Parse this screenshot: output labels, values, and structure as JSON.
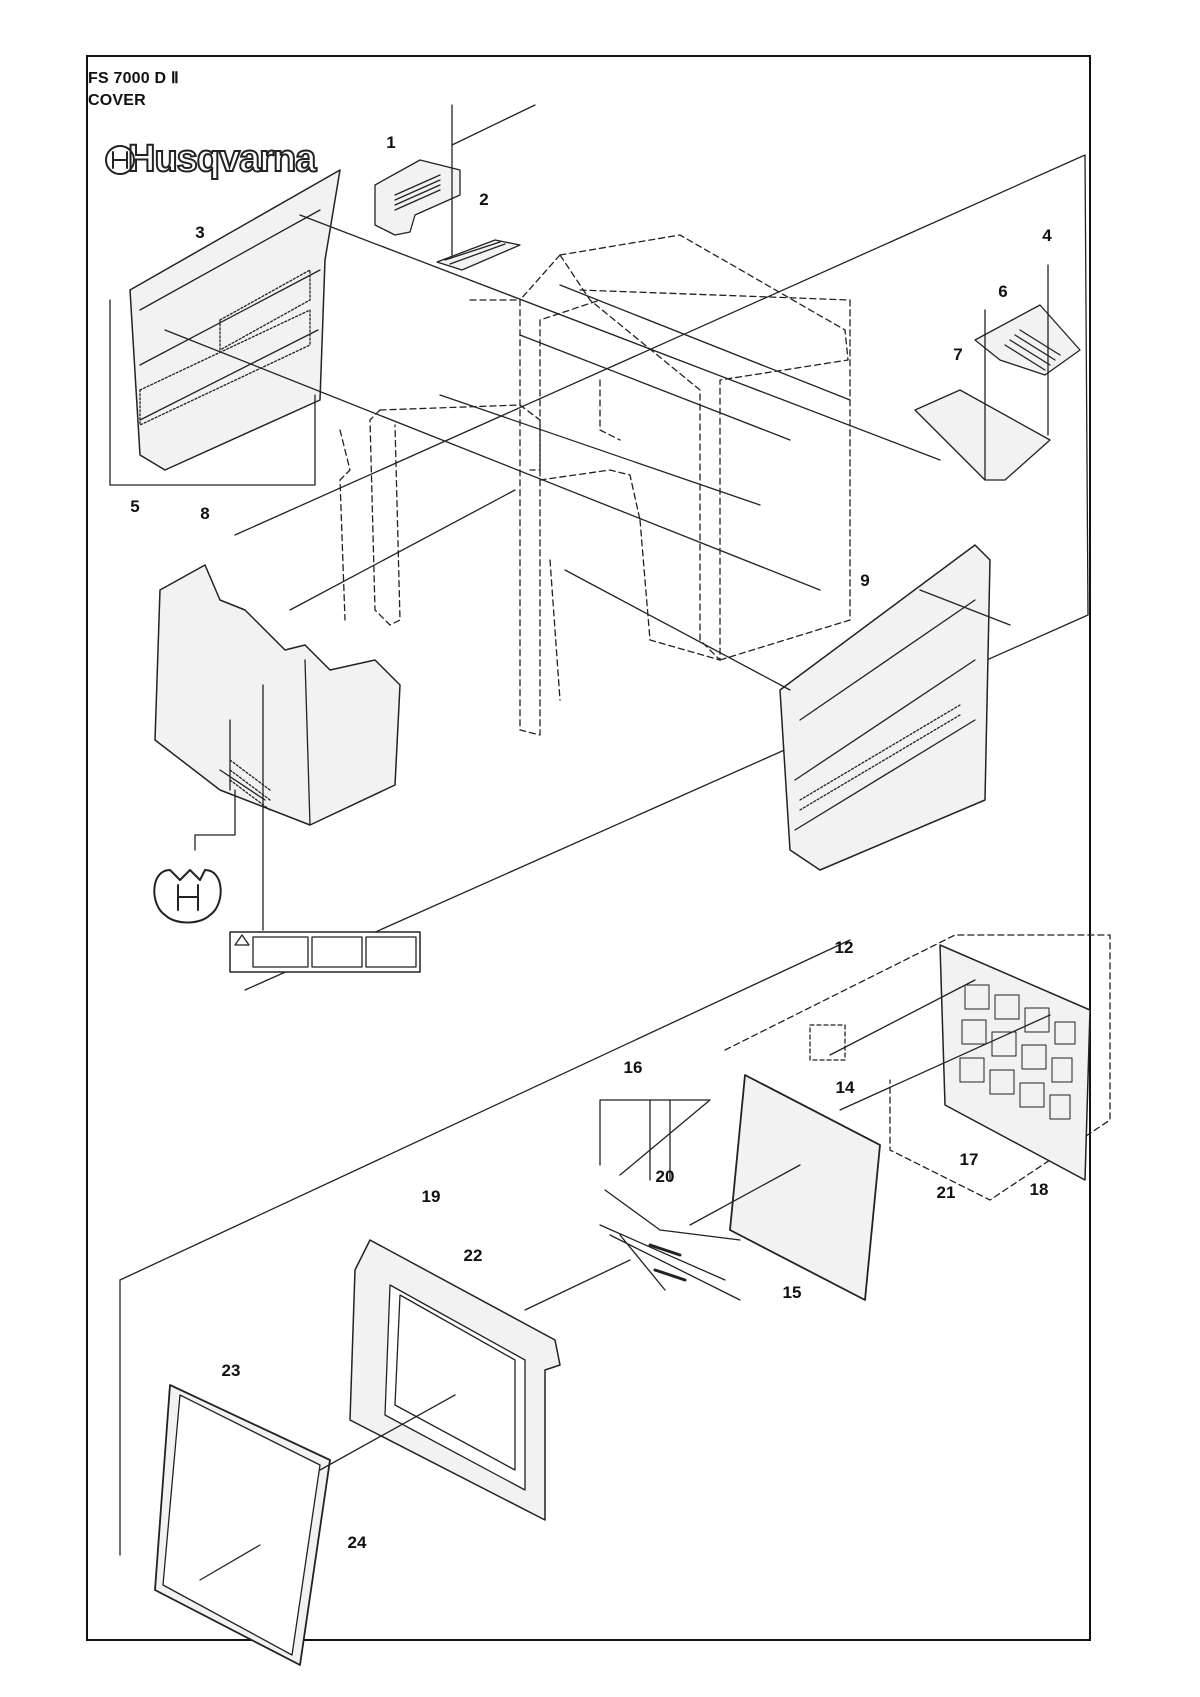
{
  "header": {
    "model": "FS 7000 D Ⅱ",
    "section": "COVER"
  },
  "brand": {
    "logo_text": "Husqvarna"
  },
  "callouts": [
    {
      "id": "c1",
      "label": "1"
    },
    {
      "id": "c2",
      "label": "2"
    },
    {
      "id": "c3",
      "label": "3"
    },
    {
      "id": "c4",
      "label": "4"
    },
    {
      "id": "c5",
      "label": "5"
    },
    {
      "id": "c6",
      "label": "6"
    },
    {
      "id": "c7",
      "label": "7"
    },
    {
      "id": "c8",
      "label": "8"
    },
    {
      "id": "c9",
      "label": "9"
    },
    {
      "id": "c12",
      "label": "12"
    },
    {
      "id": "c14",
      "label": "14"
    },
    {
      "id": "c15",
      "label": "15"
    },
    {
      "id": "c16",
      "label": "16"
    },
    {
      "id": "c17",
      "label": "17"
    },
    {
      "id": "c18",
      "label": "18"
    },
    {
      "id": "c19",
      "label": "19"
    },
    {
      "id": "c20",
      "label": "20"
    },
    {
      "id": "c21",
      "label": "21"
    },
    {
      "id": "c22",
      "label": "22"
    },
    {
      "id": "c23",
      "label": "23"
    },
    {
      "id": "c24",
      "label": "24"
    }
  ],
  "colors": {
    "line": "#222222",
    "background": "#ffffff",
    "panel_fill": "#f2f2f2"
  }
}
